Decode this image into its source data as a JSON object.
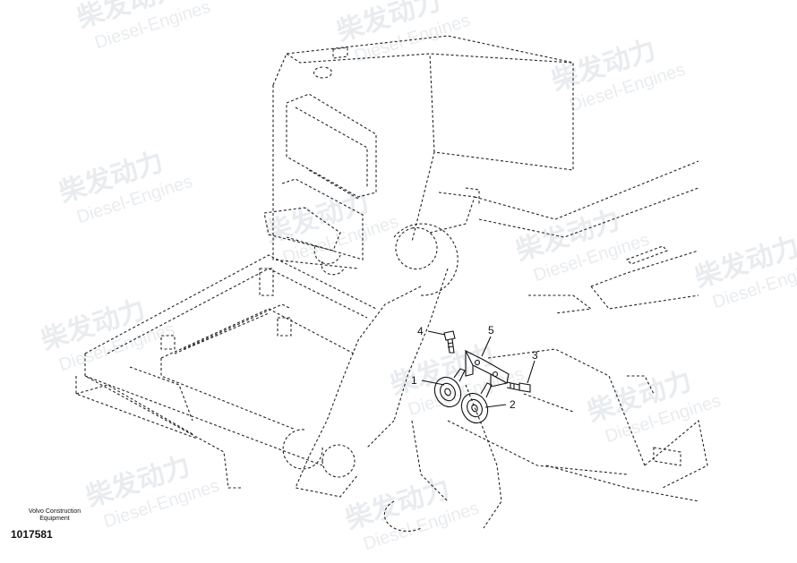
{
  "watermark": {
    "brand_cn": "柴发动力",
    "brand_en": "Diesel-Engines"
  },
  "callouts": [
    {
      "id": "1",
      "label": "1"
    },
    {
      "id": "2",
      "label": "2"
    },
    {
      "id": "3",
      "label": "3"
    },
    {
      "id": "4",
      "label": "4"
    },
    {
      "id": "5",
      "label": "5"
    }
  ],
  "caption": {
    "company_line1": "Volvo Construction",
    "company_line2": "Equipment",
    "document_number": "1017581"
  }
}
